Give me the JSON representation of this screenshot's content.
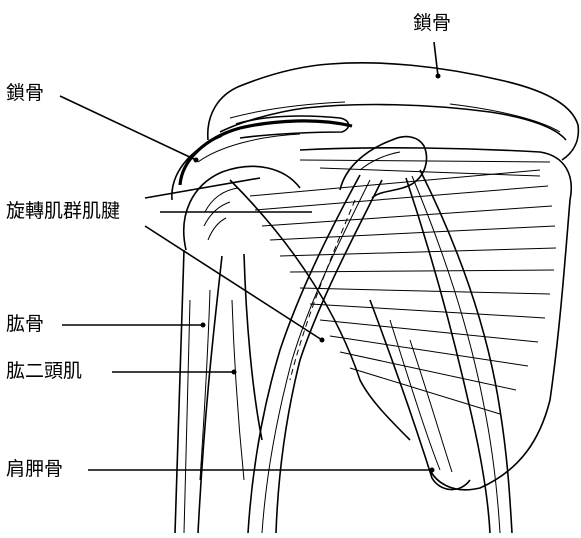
{
  "labels": {
    "clavicle_top": "鎖骨",
    "clavicle_left": "鎖骨",
    "rotator_cuff_tendon": "旋轉肌群肌腱",
    "humerus": "肱骨",
    "biceps": "肱二頭肌",
    "scapula": "肩胛骨"
  }
}
